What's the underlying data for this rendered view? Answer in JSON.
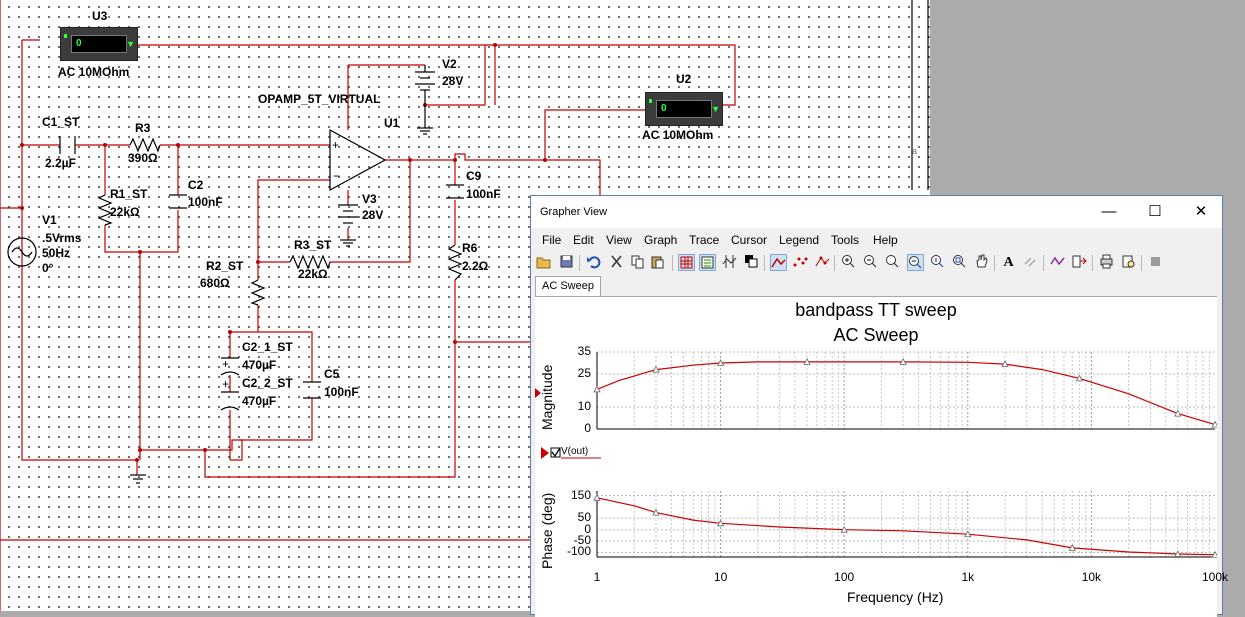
{
  "schematic": {
    "u3": {
      "name": "U3",
      "display": "0",
      "mode": "AC  10MOhm"
    },
    "u2": {
      "name": "U2",
      "display": "0",
      "mode": "AC  10MOhm"
    },
    "v2": {
      "name": "V2",
      "value": "28V"
    },
    "v3": {
      "name": "V3",
      "value": "28V"
    },
    "u1": {
      "name": "U1",
      "model": "OPAMP_5T_VIRTUAL",
      "plus": "+",
      "minus": "−"
    },
    "c1": {
      "name": "C1_ST",
      "value": "2.2µF"
    },
    "r3": {
      "name": "R3",
      "value": "390Ω"
    },
    "r1": {
      "name": "R1_ST",
      "value": "22kΩ"
    },
    "c2": {
      "name": "C2",
      "value": "100nF"
    },
    "c9": {
      "name": "C9",
      "value": "100nF"
    },
    "r6": {
      "name": "R6",
      "value": "2.2Ω"
    },
    "r3st": {
      "name": "R3_ST",
      "value": "22kΩ"
    },
    "r2": {
      "name": "R2_ST",
      "value": "680Ω"
    },
    "v1": {
      "name": "V1",
      "amplitude": ".5Vrms",
      "frequency": "50Hz",
      "phase": "0°"
    },
    "c21": {
      "name": "C2_1_ST",
      "value": "470µF"
    },
    "c22": {
      "name": "C2_2_ST",
      "value": "470µF"
    },
    "c5": {
      "name": "C5",
      "value": "100nF"
    },
    "polarity_plus": "+",
    "margin_mark": "a"
  },
  "grapher": {
    "title": "Grapher View",
    "controls": {
      "minimize": "—",
      "maximize": "☐",
      "close": "✕"
    },
    "menu": [
      "File",
      "Edit",
      "View",
      "Graph",
      "Trace",
      "Cursor",
      "Legend",
      "Tools",
      "Help"
    ],
    "toolbar_icons": [
      "open-icon",
      "save-icon",
      "undo-icon",
      "cut-icon",
      "copy-icon",
      "paste-icon",
      "grid-icon",
      "legend-icon",
      "cursors-icon",
      "reverse-colors-icon",
      "show-lines-icon",
      "show-points-icon",
      "show-lines-points-icon",
      "zoom-in-icon",
      "zoom-out-icon",
      "zoom-fit-icon",
      "zoom-x-icon",
      "zoom-y-icon",
      "zoom-area-icon",
      "pan-icon",
      "text-icon",
      "properties-icon",
      "overlay-icon",
      "export-icon",
      "print-icon",
      "print-preview-icon",
      "stop-icon"
    ],
    "toolbar_text": {
      "text_tool": "A"
    },
    "tab": "AC Sweep",
    "plot_title_1": "bandpass TT sweep",
    "plot_title_2": "AC Sweep",
    "trace_label": "V(out)",
    "trace_color": "#cc0000"
  },
  "chart_data": [
    {
      "type": "line",
      "title": "bandpass TT sweep",
      "subtitle": "AC Sweep",
      "xlabel": "Frequency (Hz)",
      "ylabel": "Magnitude",
      "xscale": "log",
      "xlim": [
        1,
        100000
      ],
      "ylim": [
        0,
        35
      ],
      "xticks": [
        "1",
        "10",
        "100",
        "1k",
        "10k",
        "100k"
      ],
      "yticks": [
        "0",
        "10",
        "25",
        "35"
      ],
      "grid": true,
      "series": [
        {
          "name": "V(out)",
          "color": "#cc0000",
          "x": [
            1,
            1.5,
            3,
            6,
            10,
            20,
            50,
            100,
            300,
            1000,
            2000,
            4000,
            8000,
            20000,
            50000,
            100000
          ],
          "y": [
            18,
            22,
            27,
            29,
            30,
            30.5,
            30.5,
            30.5,
            30.5,
            30.3,
            29.5,
            27,
            23,
            16,
            7,
            2
          ]
        }
      ]
    },
    {
      "type": "line",
      "xlabel": "Frequency (Hz)",
      "ylabel": "Phase (deg)",
      "xscale": "log",
      "xlim": [
        1,
        100000
      ],
      "ylim": [
        -120,
        170
      ],
      "xticks": [
        "1",
        "10",
        "100",
        "1k",
        "10k",
        "100k"
      ],
      "yticks": [
        "150",
        "50",
        "0",
        "-50",
        "-100"
      ],
      "grid": true,
      "series": [
        {
          "name": "V(out)",
          "color": "#cc0000",
          "x": [
            1,
            2,
            3,
            6,
            10,
            30,
            100,
            300,
            1000,
            3000,
            7000,
            20000,
            50000,
            100000
          ],
          "y": [
            140,
            105,
            75,
            42,
            28,
            12,
            0,
            -5,
            -20,
            -45,
            -80,
            -98,
            -107,
            -110
          ]
        }
      ]
    }
  ]
}
